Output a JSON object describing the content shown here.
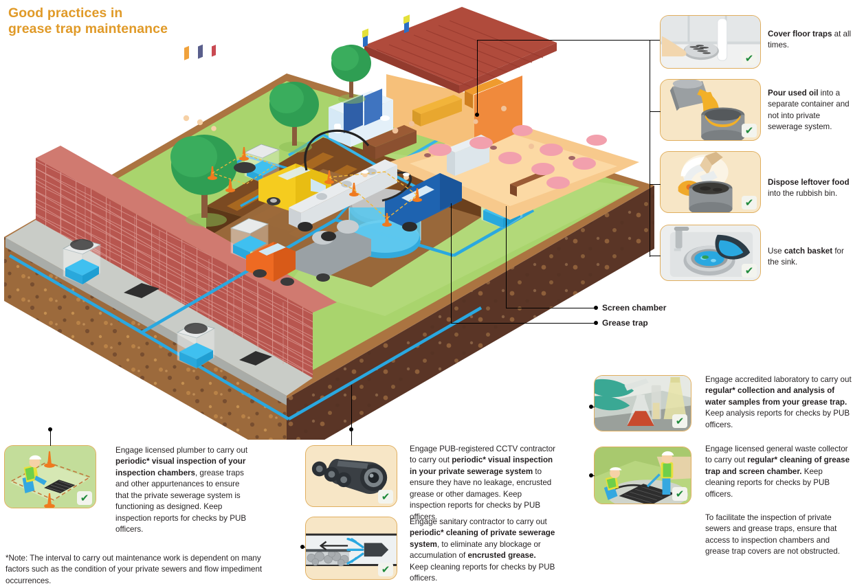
{
  "title": {
    "line1": "Good practices in",
    "line2": "grease trap maintenance",
    "color": "#e09a28"
  },
  "right_callouts": [
    {
      "id": "cover-floor-traps",
      "icon": "floor-trap-cover-icon",
      "bold": "Cover floor traps",
      "rest": " at all times.",
      "tick": "✔"
    },
    {
      "id": "pour-used-oil",
      "icon": "oil-pouring-icon",
      "bold": "Pour used oil",
      "rest": " into a separate container and not into private sewerage system.",
      "tick": "✔"
    },
    {
      "id": "dispose-leftover-food",
      "icon": "food-scraping-bin-icon",
      "bold": "Dispose leftover food",
      "rest": " into the rubbish bin.",
      "tick": "✔"
    },
    {
      "id": "use-catch-basket",
      "icon": "sink-catch-basket-icon",
      "bold_prefix": "Use ",
      "bold": "catch basket",
      "rest": " for the sink.",
      "tick": "✔"
    }
  ],
  "legend": [
    {
      "id": "screen-chamber",
      "label": "Screen chamber"
    },
    {
      "id": "grease-trap",
      "label": "Grease trap"
    }
  ],
  "paragraphs": {
    "plumber": {
      "id": "licensed-plumber",
      "icon": "worker-inspecting-chamber-icon",
      "tick": "✔",
      "runs": [
        {
          "t": "Engage licensed plumber to carry out ",
          "b": false
        },
        {
          "t": "periodic* visual inspection of your inspection chambers",
          "b": true
        },
        {
          "t": ", grease traps and other appurtenances to ensure that the private sewerage system is functioning as designed. Keep inspection reports for checks by PUB officers.",
          "b": false
        }
      ]
    },
    "cctv": {
      "id": "cctv-contractor",
      "icon": "cctv-crawler-robot-icon",
      "tick": "✔",
      "runs": [
        {
          "t": "Engage PUB-registered CCTV contractor to carry out ",
          "b": false
        },
        {
          "t": "periodic* visual inspection in your private sewerage system",
          "b": true
        },
        {
          "t": " to ensure they have no leakage, encrusted grease or other damages. Keep inspection reports for checks by PUB officers.",
          "b": false
        }
      ]
    },
    "sanitary": {
      "id": "sanitary-contractor",
      "icon": "pipe-jetting-cleaning-icon",
      "tick": "✔",
      "runs": [
        {
          "t": "Engage sanitary contractor to carry out ",
          "b": false
        },
        {
          "t": "periodic* cleaning of private sewerage system",
          "b": true
        },
        {
          "t": ", to eliminate any blockage or accumulation of ",
          "b": false
        },
        {
          "t": "encrusted grease.",
          "b": true
        },
        {
          "t": " Keep cleaning reports for checks by PUB officers.",
          "b": false
        }
      ]
    },
    "laboratory": {
      "id": "accredited-laboratory",
      "icon": "lab-water-sample-icon",
      "tick": "✔",
      "runs": [
        {
          "t": "Engage accredited laboratory to carry out ",
          "b": false
        },
        {
          "t": "regular* collection and analysis of water samples from your grease trap.",
          "b": true
        },
        {
          "t": " Keep analysis reports for checks by PUB officers.",
          "b": false
        }
      ]
    },
    "waste_collector": {
      "id": "general-waste-collector",
      "icon": "workers-cleaning-trap-icon",
      "tick": "✔",
      "runs": [
        {
          "t": "Engage licensed general waste collector to carry out ",
          "b": false
        },
        {
          "t": "regular* cleaning of grease trap and screen chamber.",
          "b": true
        },
        {
          "t": " Keep cleaning reports for checks by PUB officers.",
          "b": false
        }
      ]
    },
    "facilitate": {
      "id": "facilitate-access",
      "runs": [
        {
          "t": "To facilitate the inspection of private sewers and grease traps, ensure that access to inspection chambers and grease trap covers are not obstructed.",
          "b": false
        }
      ]
    },
    "footnote": {
      "id": "interval-note",
      "runs": [
        {
          "t": "*Note: The interval to carry out maintenance work is dependent on many factors such as the condition of your private sewers and flow impediment occurrences.",
          "b": false
        }
      ]
    }
  },
  "scene": {
    "name": "isometric-site-cutaway",
    "elements": [
      "restaurant-building",
      "toilet-block",
      "trees",
      "green-lawn",
      "brick-retaining-wall",
      "soil-cross-section",
      "concrete-path",
      "blue-sewer-pipes",
      "inspection-chambers",
      "grease-trap",
      "screen-chamber",
      "yellow-van",
      "orange-concrete-truck",
      "blue-tanker-truck",
      "workers",
      "traffic-cones",
      "diners",
      "tables"
    ],
    "colors": {
      "grass": "#a7d26a",
      "grass_dark": "#8fc45a",
      "soil": "#6b4432",
      "soil_light": "#a4703f",
      "brick": "#b8564f",
      "roof": "#b04b3c",
      "wall": "#f6c07a",
      "floor": "#f8c888",
      "water": "#27b1e8",
      "concrete": "#c9ccc7"
    }
  }
}
